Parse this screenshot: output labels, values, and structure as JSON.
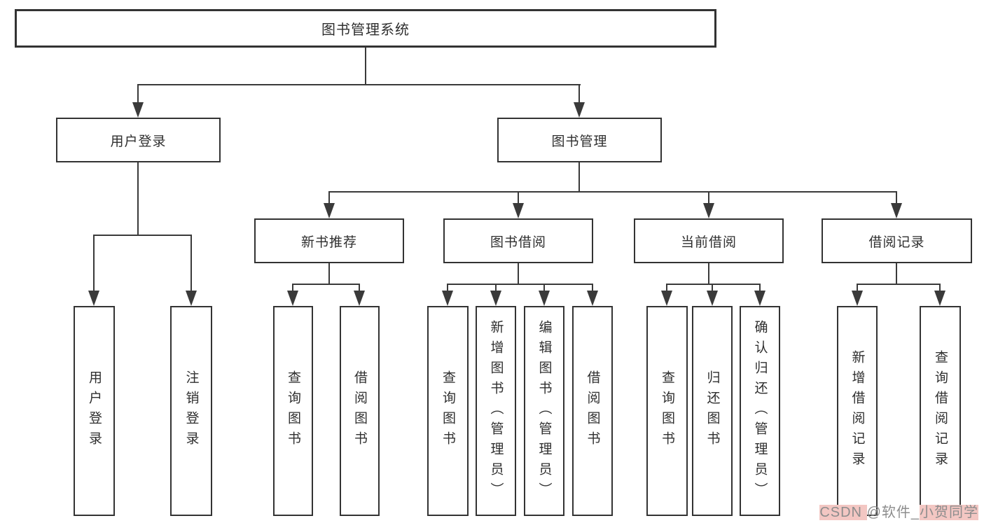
{
  "tree": {
    "root_label": "图书管理系统",
    "user_login": {
      "label": "用户登录",
      "children": [
        {
          "label": "用户登录"
        },
        {
          "label": "注销登录"
        }
      ]
    },
    "book_mgmt": {
      "label": "图书管理",
      "groups": [
        {
          "label": "新书推荐",
          "children": [
            {
              "label": "查询图书"
            },
            {
              "label": "借阅图书"
            }
          ]
        },
        {
          "label": "图书借阅",
          "children": [
            {
              "label": "查询图书"
            },
            {
              "label": "新增图书（管理员）"
            },
            {
              "label": "编辑图书（管理员）"
            },
            {
              "label": "借阅图书"
            }
          ]
        },
        {
          "label": "当前借阅",
          "children": [
            {
              "label": "查询图书"
            },
            {
              "label": "归还图书"
            },
            {
              "label": "确认归还（管理员）"
            }
          ]
        },
        {
          "label": "借阅记录",
          "children": [
            {
              "label": "新增借阅记录"
            },
            {
              "label": "查询借阅记录"
            }
          ]
        }
      ]
    }
  },
  "watermark": {
    "part1": "CSDN ",
    "part2": "@软件_",
    "part3": "小贺同学"
  },
  "colors": {
    "line": "#3a3a3a",
    "box_border": "#333333",
    "text": "#2f2f2f",
    "watermark_text": "#8d8d8d",
    "watermark_highlight": "#f3c7c3"
  }
}
